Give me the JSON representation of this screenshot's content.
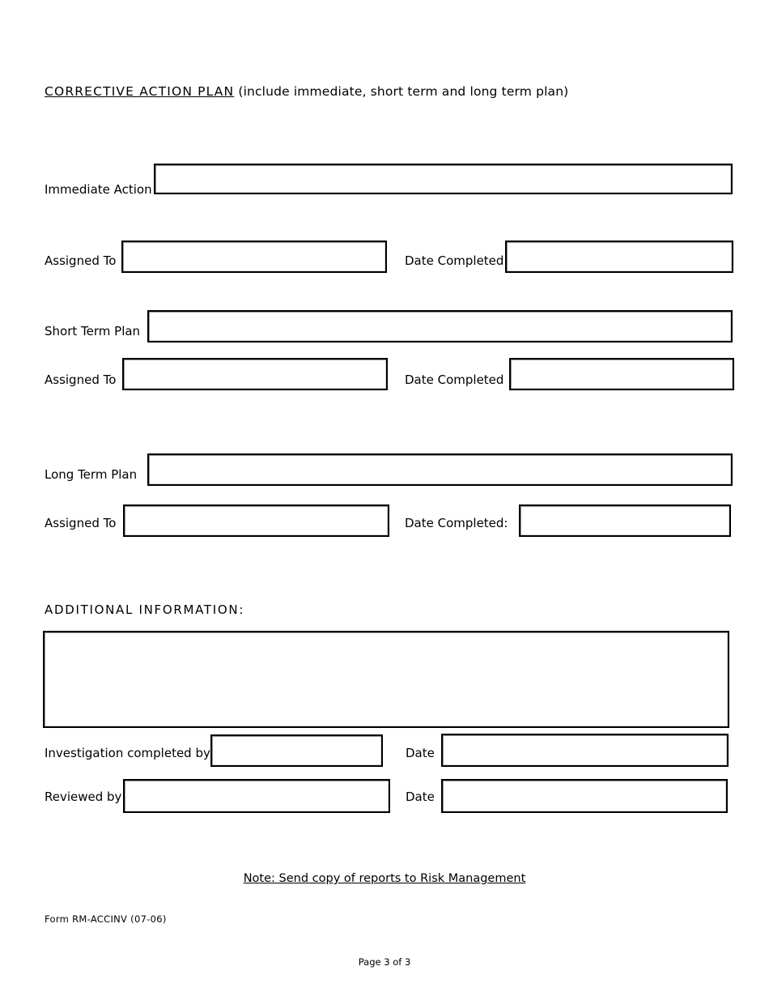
{
  "document": {
    "header": {
      "title": "CORRECTIVE ACTION PLAN",
      "subtitle": " (include immediate, short term and long term plan)"
    },
    "sections": [
      {
        "plan_label": "Immediate Action",
        "assigned_label": "Assigned To",
        "date_label": "Date Completed"
      },
      {
        "plan_label": "Short Term Plan",
        "assigned_label": "Assigned To",
        "date_label": "Date Completed"
      },
      {
        "plan_label": "Long Term Plan",
        "assigned_label": "Assigned To",
        "date_label": "Date Completed:"
      }
    ],
    "additional_information": {
      "title": "ADDITIONAL INFORMATION:",
      "value": ""
    },
    "signoff": [
      {
        "name_label": "Investigation completed by",
        "date_label": "Date",
        "name_value": "",
        "date_value": ""
      },
      {
        "name_label": "Reviewed by",
        "date_label": "Date",
        "name_value": "",
        "date_value": ""
      }
    ],
    "field_values": {
      "immediate_action": "",
      "immediate_assigned_to": "",
      "immediate_date_completed": "",
      "short_term_plan": "",
      "short_assigned_to": "",
      "short_date_completed": "",
      "long_term_plan": "",
      "long_assigned_to": "",
      "long_date_completed": ""
    },
    "footer": {
      "note": "Note:  Send copy of reports to Risk Management",
      "form_number": "Form RM-ACCINV (07-06)",
      "page_indicator": "Page 3 of 3"
    }
  }
}
